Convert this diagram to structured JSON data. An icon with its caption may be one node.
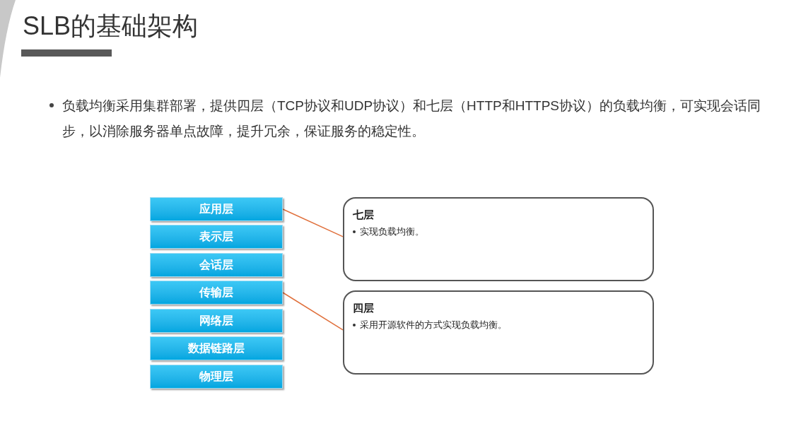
{
  "diagram": {
    "title": "SLB的基础架构",
    "nodes": [
      {
        "text": [
          "应用层"
        ]
      },
      {
        "text": [
          "表示层"
        ]
      },
      {
        "text": [
          "会话层"
        ]
      },
      {
        "text": [
          "传输层"
        ]
      },
      {
        "text": [
          "网络层"
        ]
      },
      {
        "text": [
          "数据链路层"
        ]
      },
      {
        "text": [
          "物理层"
        ]
      },
      {
        "text": [
          "七层",
          "实现负载均衡。"
        ]
      },
      {
        "text": [
          "四层",
          "采用开源软件的方式实现负载均衡。"
        ]
      }
    ],
    "edges": [
      {
        "from": 0,
        "to": 7,
        "arrow": "none",
        "color": "#e0703c"
      },
      {
        "from": 3,
        "to": 8,
        "arrow": "none",
        "color": "#e0703c"
      }
    ],
    "labels": [
      "负载均衡采用集群部署，提供四层（TCP协议和UDP协议）和七层（HTTP和HTTPS协议）的负载均衡，可实现会话同步，以消除服务器单点故障，提升冗余，保证服务的稳定性。"
    ]
  }
}
